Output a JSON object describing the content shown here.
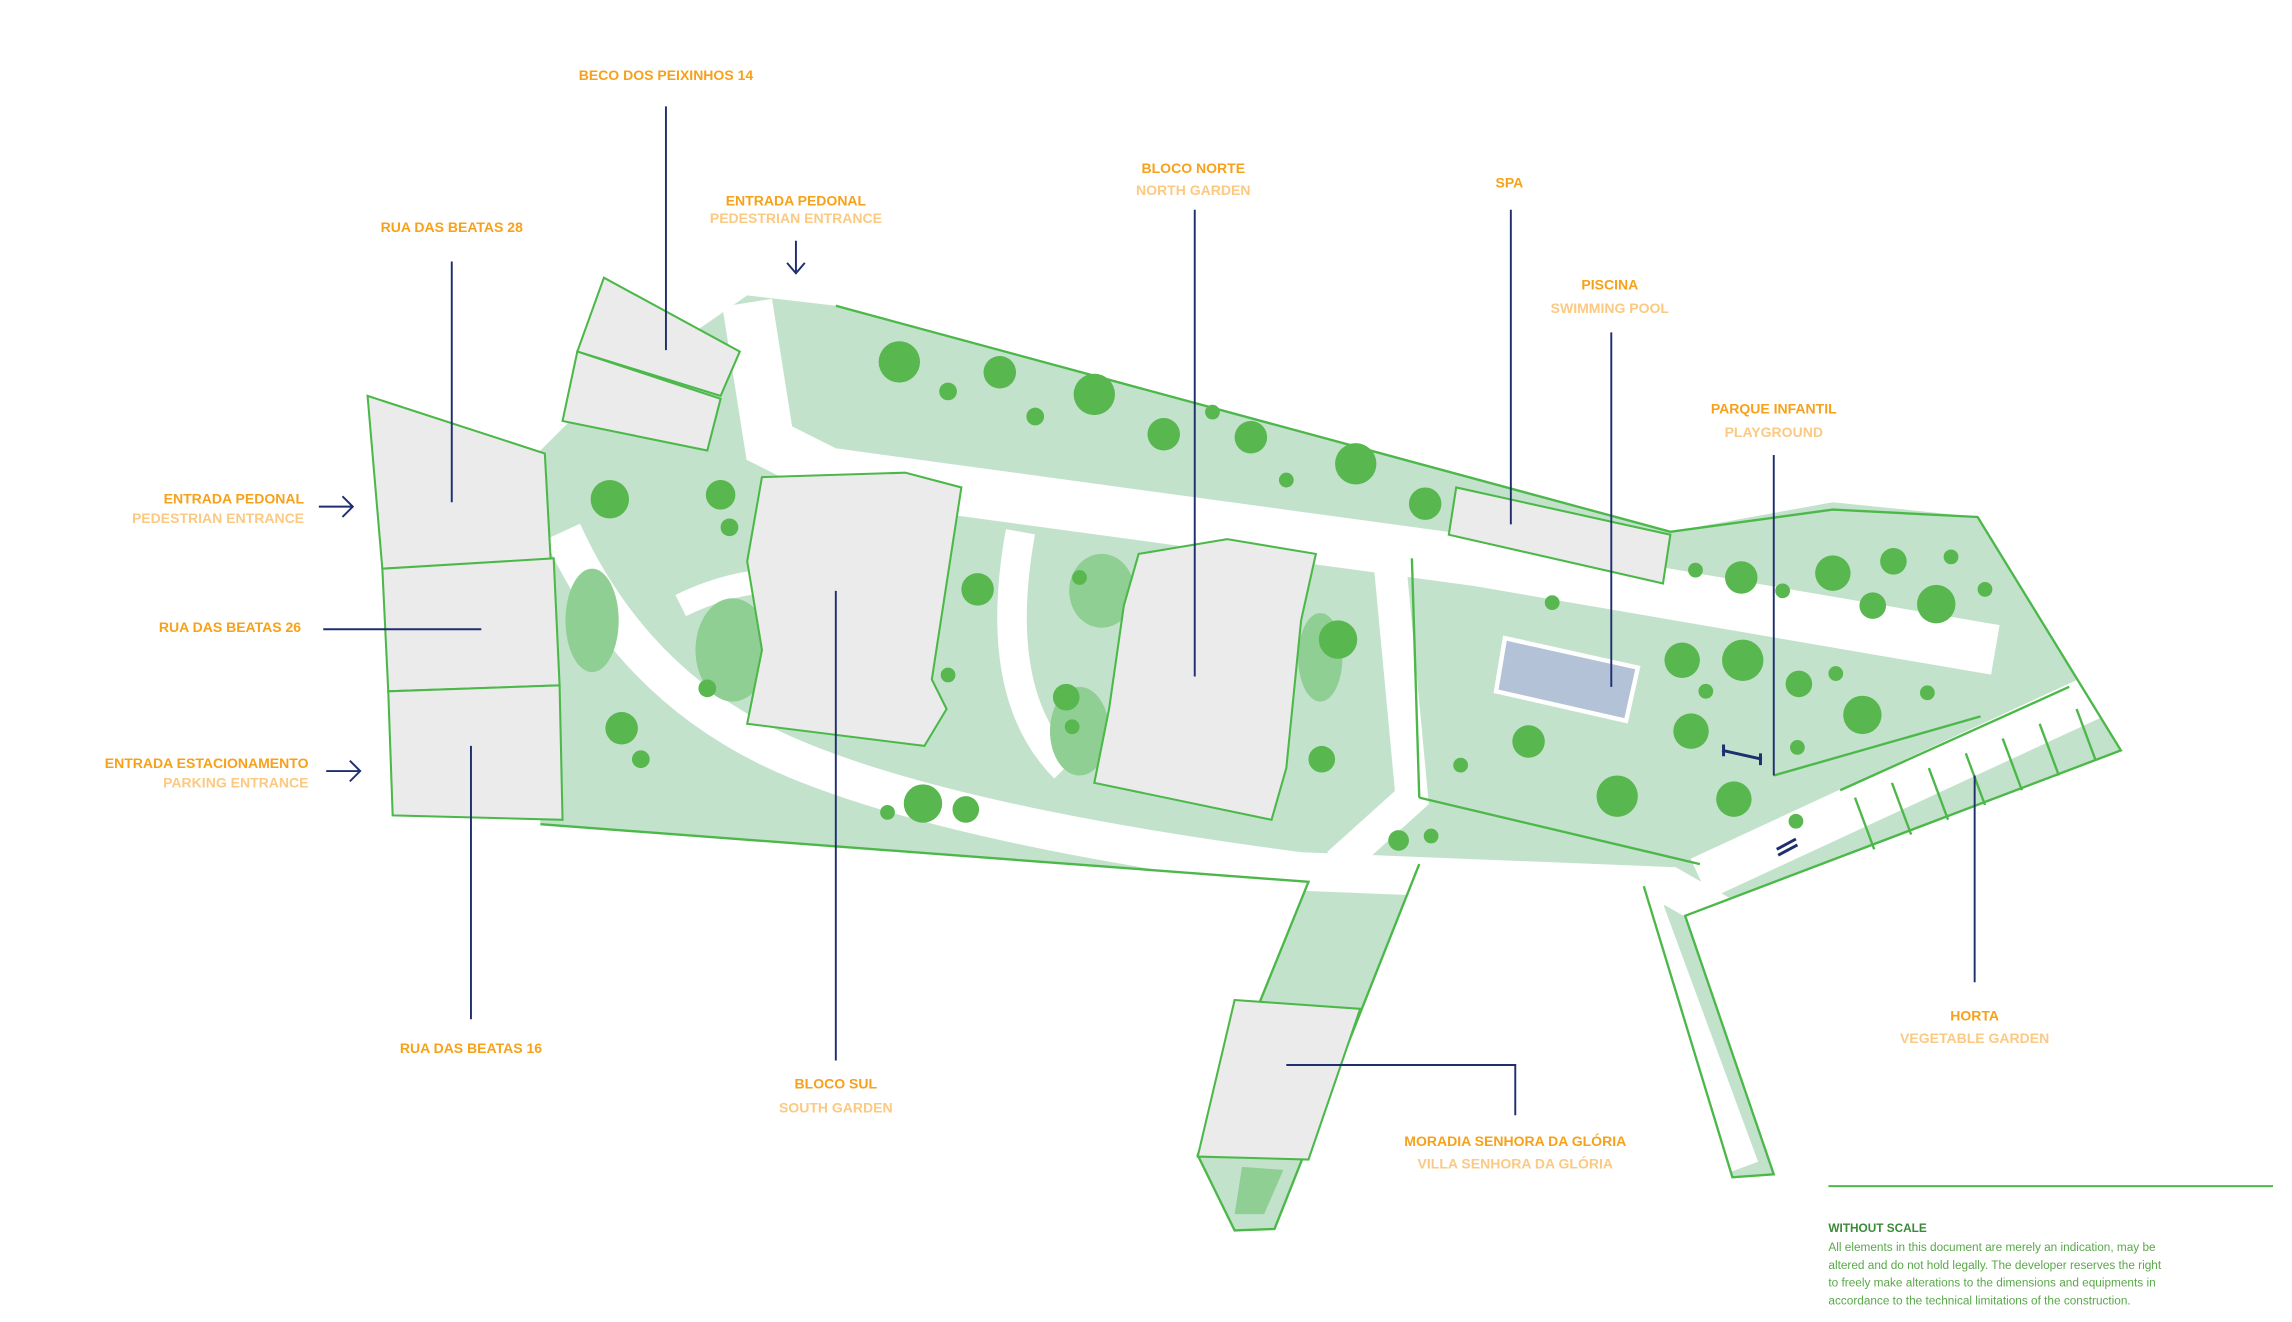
{
  "labels": {
    "beco_dos_peixinhos": "BECO DOS PEIXINHOS 14",
    "rua_das_beatas_28": "RUA DAS BEATAS 28",
    "entrada_pedonal_top": {
      "pt": "ENTRADA PEDONAL",
      "en": "PEDESTRIAN ENTRANCE"
    },
    "bloco_norte": {
      "pt": "BLOCO NORTE",
      "en": "NORTH GARDEN"
    },
    "spa": "SPA",
    "piscina": {
      "pt": "PISCINA",
      "en": "SWIMMING POOL"
    },
    "parque_infantil": {
      "pt": "PARQUE INFANTIL",
      "en": "PLAYGROUND"
    },
    "entrada_pedonal_left": {
      "pt": "ENTRADA PEDONAL",
      "en": "PEDESTRIAN ENTRANCE"
    },
    "rua_das_beatas_26": "RUA DAS BEATAS 26",
    "entrada_estacionamento": {
      "pt": "ENTRADA ESTACIONAMENTO",
      "en": "PARKING ENTRANCE"
    },
    "rua_das_beatas_16": "RUA DAS BEATAS 16",
    "bloco_sul": {
      "pt": "BLOCO SUL",
      "en": "SOUTH GARDEN"
    },
    "moradia": {
      "pt": "MORADIA SENHORA DA GLÓRIA",
      "en": "VILLA SENHORA DA GLÓRIA"
    },
    "horta": {
      "pt": "HORTA",
      "en": "VEGETABLE GARDEN"
    }
  },
  "disclaimer": {
    "title": "WITHOUT SCALE",
    "lines": [
      "All elements in this document are merely an indication, may be",
      "altered and do not hold legally. The developer reserves the right",
      "to freely make alterations to the dimensions and equipments in",
      "accordance to the technical limitations of the construction."
    ]
  },
  "colors": {
    "garden": "#c3e2cc",
    "tree": "#58b74e",
    "outline": "#4cb849",
    "building": "#ebebeb",
    "pool": "#b3c2d6",
    "leader": "#1e2e6e",
    "label": "#f7a11a"
  }
}
